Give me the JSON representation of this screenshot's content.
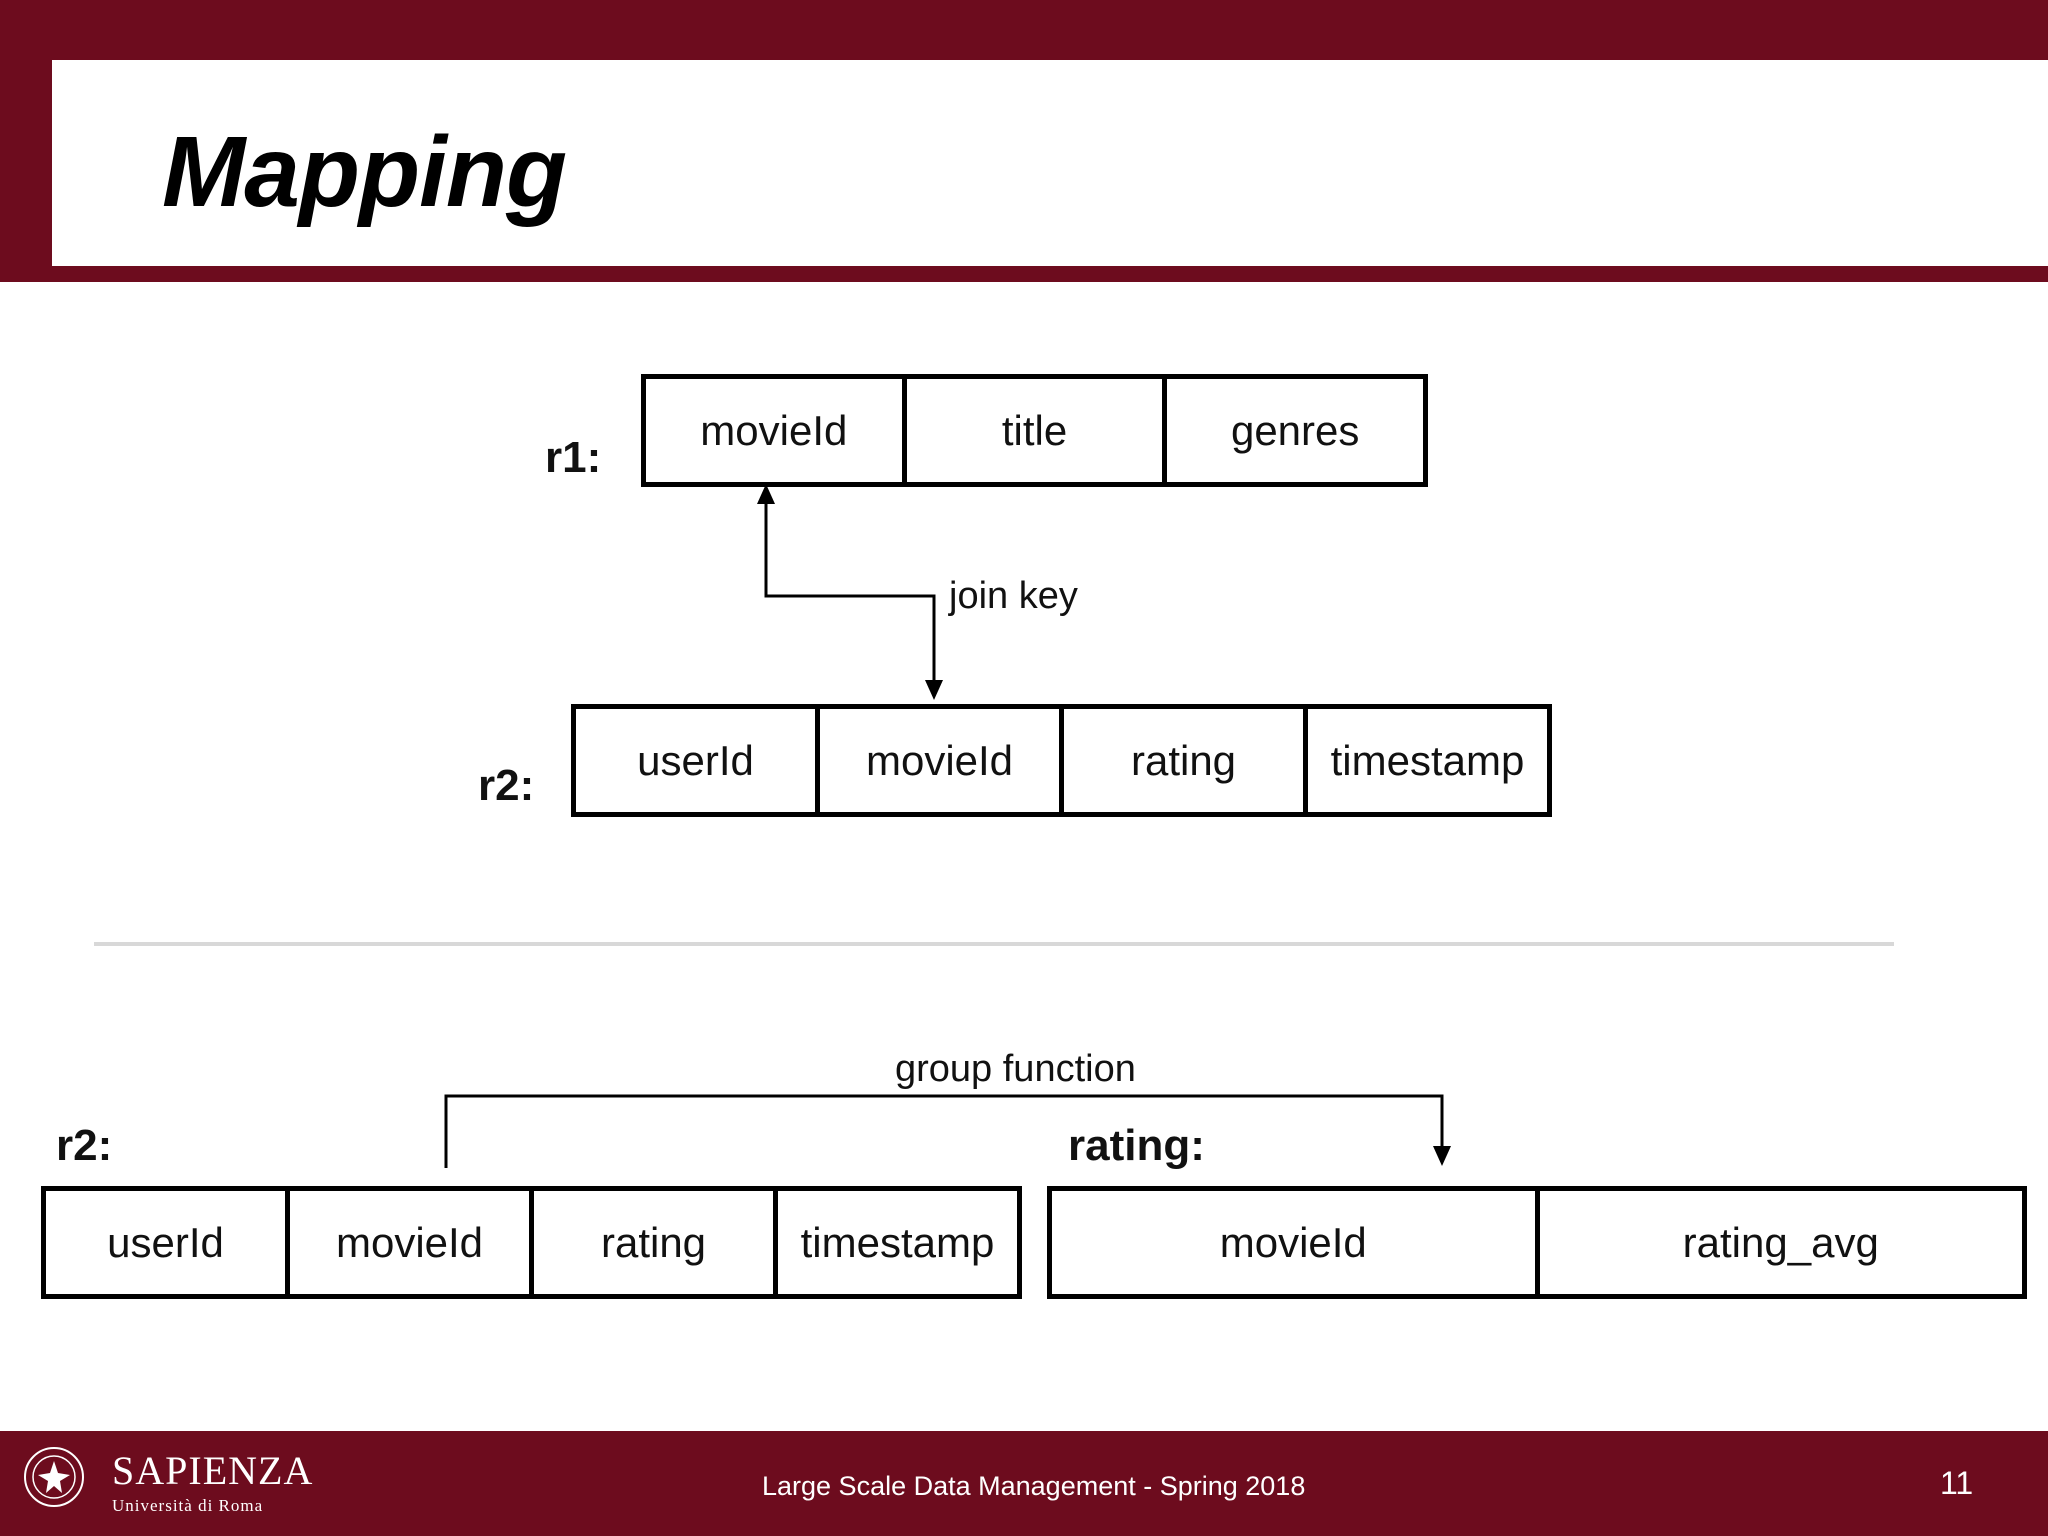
{
  "slide": {
    "title": "Mapping",
    "footer_text": "Large Scale Data Management - Spring 2018",
    "page_number": "11",
    "logo": {
      "name": "SAPIENZA",
      "subtitle": "Università di Roma"
    }
  },
  "colors": {
    "brand": "#6d0c1e",
    "divider": "#d8d8d8"
  },
  "join_section": {
    "r1_label": "r1:",
    "r1_fields": [
      "movieId",
      "title",
      "genres"
    ],
    "r2_label": "r2:",
    "r2_fields": [
      "userId",
      "movieId",
      "rating",
      "timestamp"
    ],
    "join_label": "join key"
  },
  "group_section": {
    "r2_label": "r2:",
    "r2_fields": [
      "userId",
      "movieId",
      "rating",
      "timestamp"
    ],
    "rating_label": "rating:",
    "rating_fields": [
      "movieId",
      "rating_avg"
    ],
    "group_label": "group function"
  }
}
